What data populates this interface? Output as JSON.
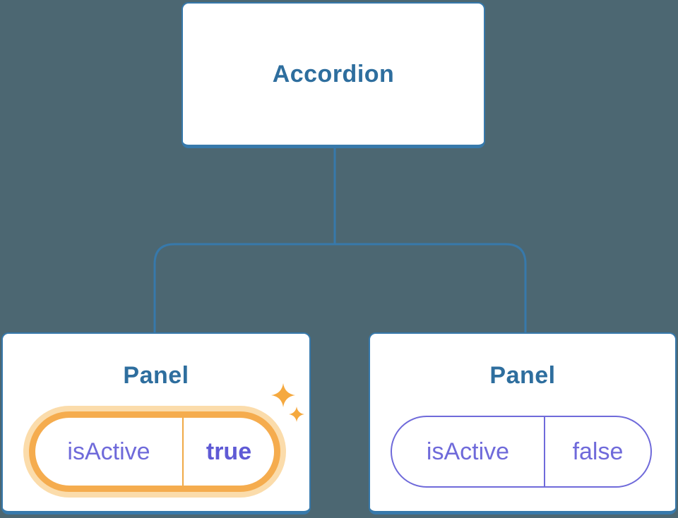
{
  "colors": {
    "background": "#4C6772",
    "card_bg": "#FFFFFF",
    "card_border": "#3779AB",
    "heading_text": "#2E6E9E",
    "connector": "#3779AB",
    "state_text": "#6F6ADA",
    "state_value_active": "#5F5AD5",
    "pill_border_active": "#F5AC4E",
    "pill_halo": "#FBDCAB",
    "pill_divider_active": "#F0A946",
    "pill_border_inactive": "#6F6ADA",
    "sparkle": "#F5A93F"
  },
  "tree": {
    "root": {
      "label": "Accordion"
    },
    "children": [
      {
        "title": "Panel",
        "state": {
          "key": "isActive",
          "value": "true"
        },
        "active": true
      },
      {
        "title": "Panel",
        "state": {
          "key": "isActive",
          "value": "false"
        },
        "active": false
      }
    ]
  }
}
